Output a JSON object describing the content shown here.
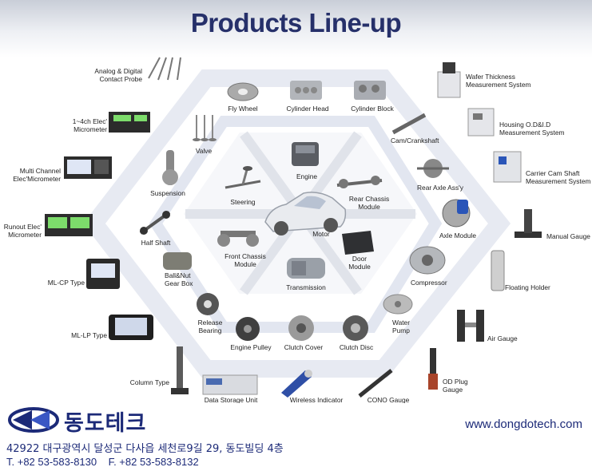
{
  "title": "Products Line-up",
  "company": {
    "name_ko": "동도테크",
    "website": "www.dongdotech.com",
    "address": "42922 대구광역시 달성군 다사읍 세천로9길 29, 동도빌딩 4층",
    "phone_fax": "T. +82 53-583-8130    F. +82 53-583-8132"
  },
  "center": {
    "steering": "Steering",
    "engine": "Engine",
    "rear_chassis": "Rear Chassis\nModule",
    "motor": "Motor",
    "front_chassis": "Front Chassis\nModule",
    "door": "Door\nModule",
    "transmission": "Transmission"
  },
  "middle": {
    "fly_wheel": "Fly Wheel",
    "cylinder_head": "Cylinder Head",
    "cylinder_block": "Cylinder Block",
    "valve": "Valve",
    "cam_crankshaft": "Cam/Crankshaft",
    "suspension": "Suspension",
    "rear_axle": "Rear Axle Ass'y",
    "half_shaft": "Half Shaft",
    "axle_module": "Axle Module",
    "ballnut": "Ball&Nut\nGear Box",
    "compressor": "Compressor",
    "release_bearing": "Release\nBearing",
    "water_pump": "Water\nPump",
    "engine_pulley": "Engine Pulley",
    "clutch_cover": "Clutch Cover",
    "clutch_disc": "Clutch Disc"
  },
  "outer": {
    "analog_probe": "Analog & Digital\nContact Probe",
    "micrometer_4ch": "1~4ch Elec'\nMicrometer",
    "multi_channel": "Multi Channel\nElec'Micrometer",
    "runout": "Runout Elec'\nMicrometer",
    "ml_cp": "ML-CP Type",
    "ml_lp": "ML-LP Type",
    "column": "Column Type",
    "data_storage": "Data Storage Unit",
    "wireless": "Wireless Indicator",
    "cono": "CONO Gauge",
    "od_plug": "OD Plug\nGauge",
    "air_gauge": "Air Gauge",
    "floating": "Floating Holder",
    "manual_gauge": "Manual Gauge",
    "carrier_cam": "Carrier Cam Shaft\nMeasurement System",
    "housing": "Housing O.D&I.D\nMeasurement System",
    "wafer": "Wafer Thickness\nMeasurement System"
  }
}
